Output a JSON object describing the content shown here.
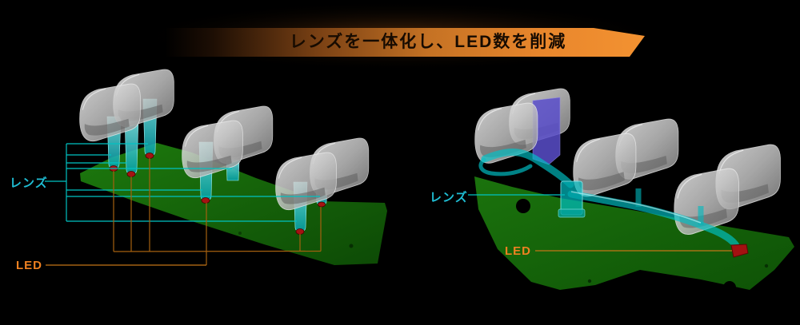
{
  "banner": {
    "title": "レンズを一体化し、LED数を削減",
    "bg_color": "#ED8A2E",
    "text_color": "#170B01"
  },
  "left_diagram": {
    "lens_label": "レンズ",
    "led_label": "LED",
    "led_dot_count": 6,
    "lens_callout_count": 7
  },
  "right_diagram": {
    "lens_label": "レンズ",
    "led_label": "LED",
    "led_dot_count": 1,
    "lens_callout_count": 1
  },
  "colors": {
    "background": "#000000",
    "banner_orange": "#ED8A2E",
    "lens_cyan_line": "#00C2C2",
    "lens_label_cyan": "#1FBDD3",
    "led_callout_orange": "#A5600F",
    "led_label_orange": "#EF8121",
    "board_green": "#156008",
    "led_red": "#A31111",
    "housing_gray": "#C4C4C4",
    "bracket_purple": "#5A4ECB"
  }
}
